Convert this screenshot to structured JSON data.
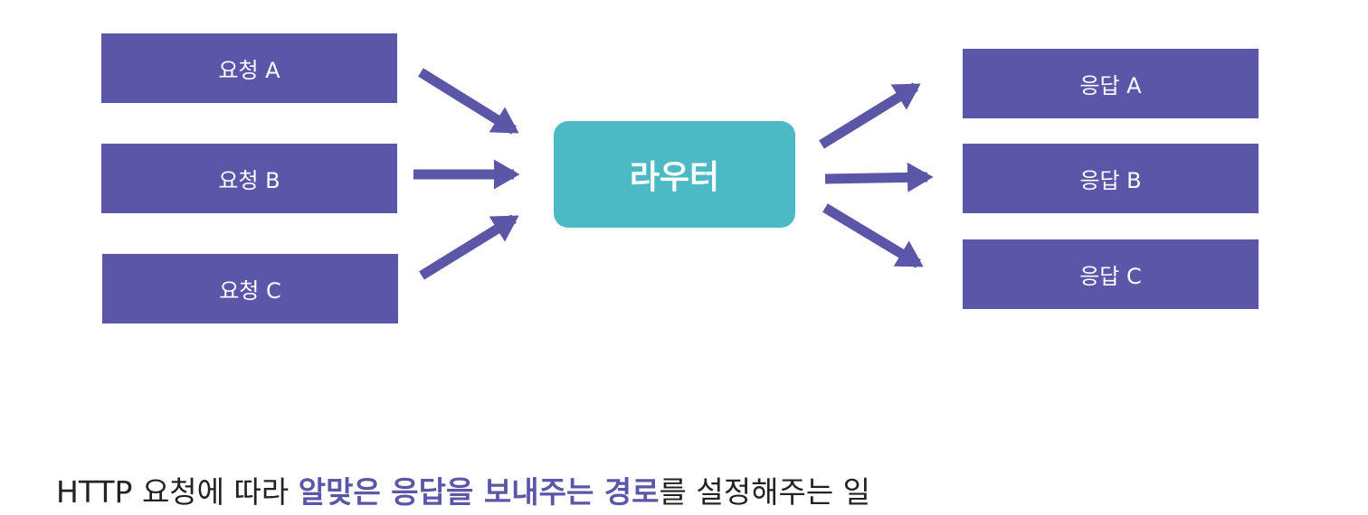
{
  "requests": [
    {
      "label": "요청 A"
    },
    {
      "label": "요청 B"
    },
    {
      "label": "요청 C"
    }
  ],
  "router": {
    "label": "라우터"
  },
  "responses": [
    {
      "label": "응답 A"
    },
    {
      "label": "응답 B"
    },
    {
      "label": "응답 C"
    }
  ],
  "caption": {
    "part1": "HTTP 요청에 따라 ",
    "highlight": "알맞은 응답을 보내주는 경로",
    "part2": "를 설정해주는 일"
  },
  "colors": {
    "box": "#5b56a8",
    "router": "#4bbac5",
    "arrow": "#5b56a8",
    "highlight": "#5b56a8"
  },
  "icons": {
    "arrow": "arrow-icon"
  }
}
